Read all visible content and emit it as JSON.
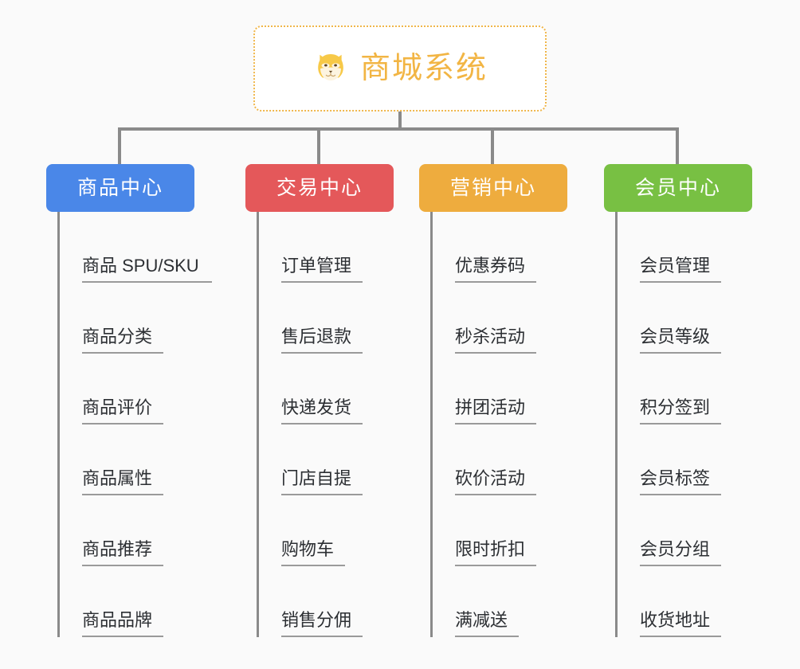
{
  "page": {
    "background": "#fafafa"
  },
  "root": {
    "title": "商城系统",
    "icon": "shiba-dog-icon",
    "color": "#f2b544",
    "border_color": "#f0b64a"
  },
  "branches": [
    {
      "label": "商品中心",
      "color": "#4a87e8",
      "items": [
        "商品 SPU/SKU",
        "商品分类",
        "商品评价",
        "商品属性",
        "商品推荐",
        "商品品牌"
      ]
    },
    {
      "label": "交易中心",
      "color": "#e4585a",
      "items": [
        "订单管理",
        "售后退款",
        "快递发货",
        "门店自提",
        "购物车",
        "销售分佣"
      ]
    },
    {
      "label": "营销中心",
      "color": "#eeac3e",
      "items": [
        "优惠券码",
        "秒杀活动",
        "拼团活动",
        "砍价活动",
        "限时折扣",
        "满减送"
      ]
    },
    {
      "label": "会员中心",
      "color": "#78c043",
      "items": [
        "会员管理",
        "会员等级",
        "积分签到",
        "会员标签",
        "会员分组",
        "收货地址"
      ]
    }
  ],
  "connector": {
    "color": "#8a8a8a"
  }
}
